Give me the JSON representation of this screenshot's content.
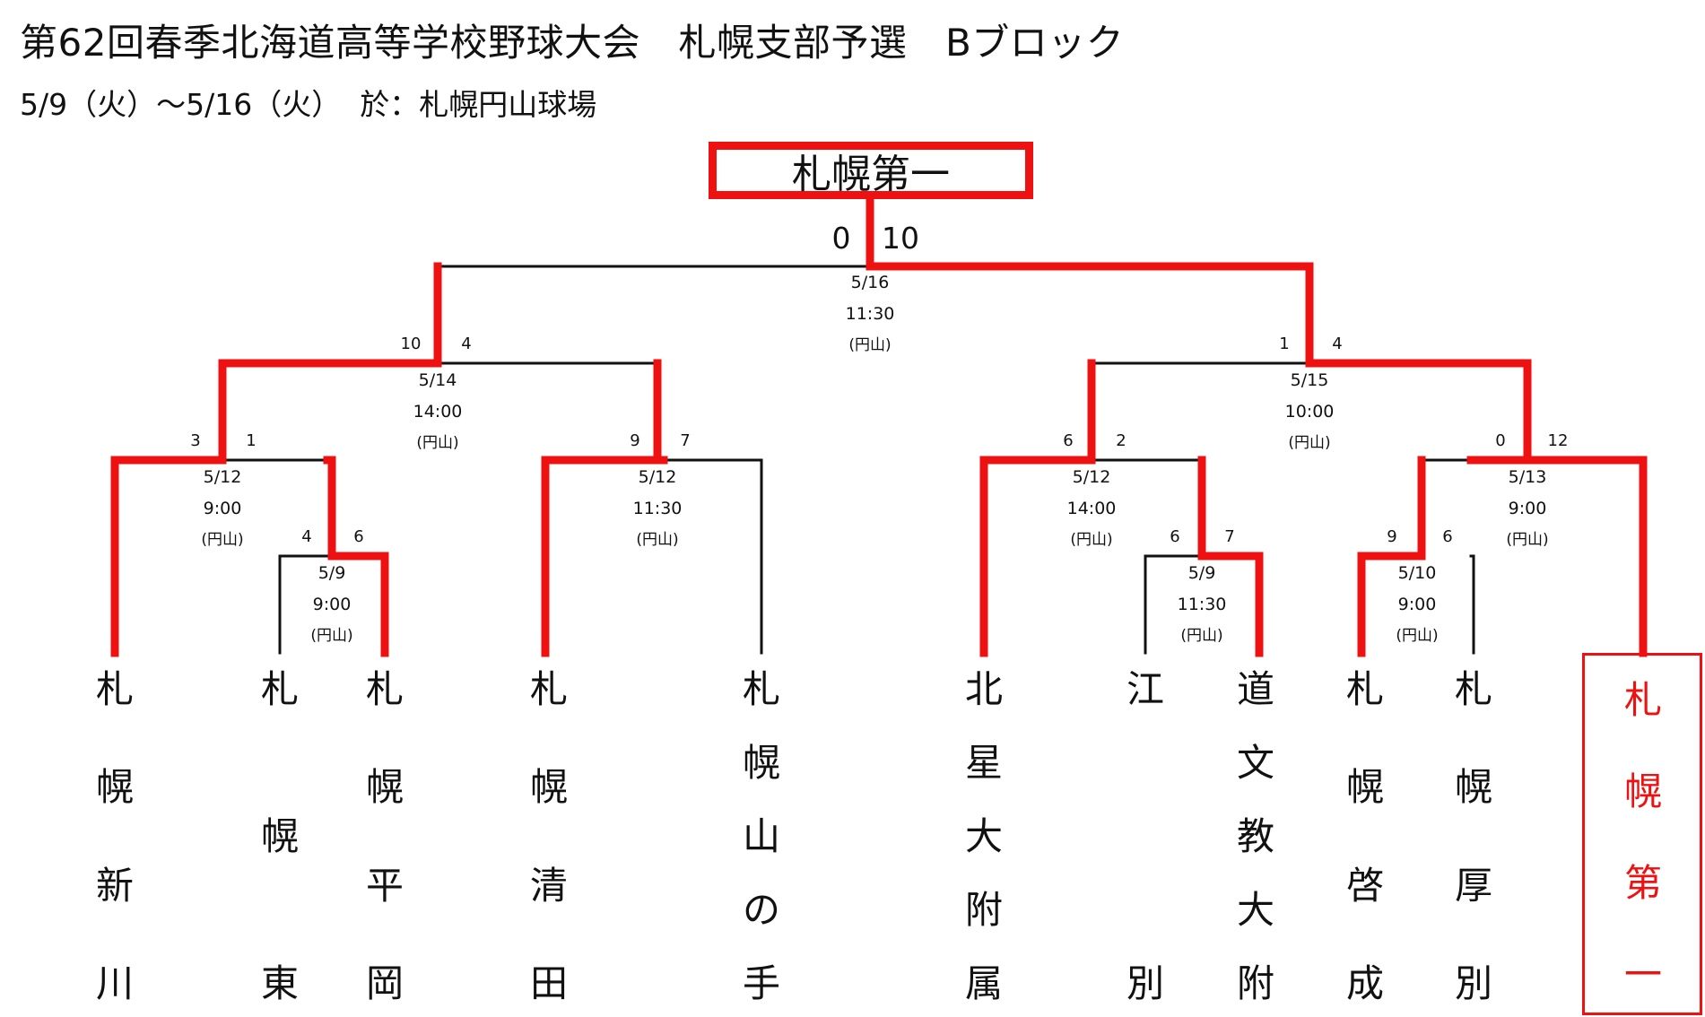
{
  "title": "第62回春季北海道高等学校野球大会　札幌支部予選　Bブロック",
  "subtitle": "5/9（火）～5/16（火）  於：札幌円山球場",
  "champion": "札幌第一",
  "colors": {
    "winner": "#ee1111",
    "loser": "#111111"
  },
  "teams": [
    "札幌新川",
    "札幌東",
    "札幌平岡",
    "札幌清田",
    "札幌山の手",
    "北星大附属",
    "江別",
    "道文教大附",
    "札幌啓成",
    "札幌厚別",
    "札幌第一"
  ],
  "matches": [
    {
      "id": "m1",
      "date": "5/9",
      "time": "9:00",
      "venue": "(円山)",
      "score_left": "4",
      "score_right": "6"
    },
    {
      "id": "m2",
      "date": "5/9",
      "time": "11:30",
      "venue": "(円山)",
      "score_left": "6",
      "score_right": "7"
    },
    {
      "id": "m3",
      "date": "5/10",
      "time": "9:00",
      "venue": "(円山)",
      "score_left": "9",
      "score_right": "6"
    },
    {
      "id": "m4",
      "date": "5/12",
      "time": "9:00",
      "venue": "(円山)",
      "score_left": "3",
      "score_right": "1"
    },
    {
      "id": "m5",
      "date": "5/12",
      "time": "11:30",
      "venue": "(円山)",
      "score_left": "9",
      "score_right": "7"
    },
    {
      "id": "m6",
      "date": "5/12",
      "time": "14:00",
      "venue": "(円山)",
      "score_left": "6",
      "score_right": "2"
    },
    {
      "id": "m7",
      "date": "5/13",
      "time": "9:00",
      "venue": "(円山)",
      "score_left": "0",
      "score_right": "12"
    },
    {
      "id": "m8",
      "date": "5/14",
      "time": "14:00",
      "venue": "(円山)",
      "score_left": "10",
      "score_right": "4"
    },
    {
      "id": "m9",
      "date": "5/15",
      "time": "10:00",
      "venue": "(円山)",
      "score_left": "1",
      "score_right": "4"
    },
    {
      "id": "m10",
      "date": "5/16",
      "time": "11:30",
      "venue": "(円山)",
      "score_left": "0",
      "score_right": "10"
    }
  ]
}
